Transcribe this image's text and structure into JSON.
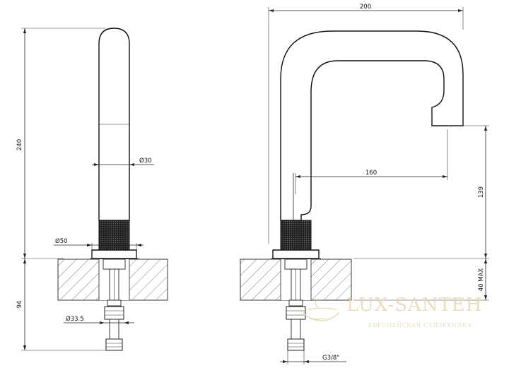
{
  "drawing": {
    "front_view": {
      "height_label": "240",
      "spout_diameter_label": "Ø30",
      "base_diameter_label": "Ø50",
      "below_counter_label": "94",
      "hose_diameter_label": "Ø33.5"
    },
    "side_view": {
      "width_label": "200",
      "reach_label": "160",
      "spout_height_label": "139",
      "counter_thickness_label": "40 MAX",
      "thread_label": "G3/8\""
    }
  },
  "watermark": {
    "brand": "LUX-SANTEH",
    "tagline": "ЕВРОПЕЙСКАЯ САНТЕХНИКА"
  }
}
